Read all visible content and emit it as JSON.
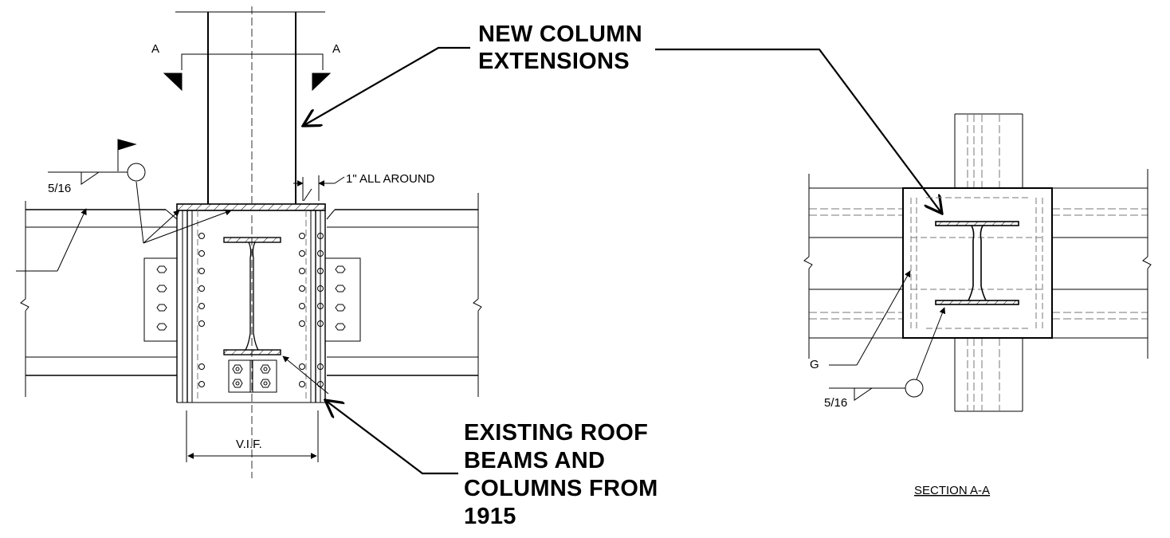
{
  "callouts": {
    "new_column": "NEW COLUMN\nEXTENSIONS",
    "existing": "EXISTING ROOF\nBEAMS AND\nCOLUMNS FROM\n1915"
  },
  "labels": {
    "section_mark_left": "A",
    "section_mark_right": "A",
    "weld_size_left": "5/16",
    "weld_size_right": "5/16",
    "all_around": "1\" ALL AROUND",
    "vif": "V.I.F.",
    "partial_text": "G",
    "section_title": "SECTION A-A"
  },
  "colors": {
    "line": "#000000",
    "hidden": "#777777",
    "background": "#ffffff"
  }
}
